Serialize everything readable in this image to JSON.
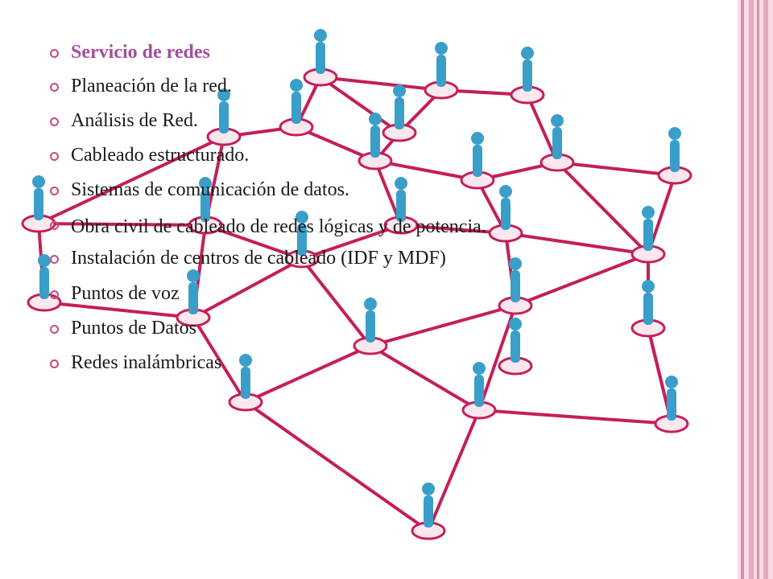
{
  "slide": {
    "bullets": [
      {
        "text": "Servicio de redes",
        "highlight": true
      },
      {
        "text": "Planeación de la red.",
        "highlight": false
      },
      {
        "text": "Análisis de Red.",
        "highlight": false
      },
      {
        "text": "Cableado estructurado.",
        "highlight": false
      },
      {
        "text": "Sistemas de comunicación de datos.",
        "highlight": false
      },
      {
        "text": "Obra civil de cableado de redes lógicas y de potencia.",
        "highlight": false
      },
      {
        "text": "Instalación de centros de cableado (IDF y MDF)",
        "highlight": false
      },
      {
        "text": "Puntos de voz",
        "highlight": false
      },
      {
        "text": "Puntos de Datos",
        "highlight": false
      },
      {
        "text": "Redes inalámbricas",
        "highlight": false
      }
    ]
  },
  "colors": {
    "accent": "#a64d9f",
    "bullet_mark": "#c94a7e",
    "network_line": "#c41e5a",
    "figure": "#3a9fc8",
    "stripe": "#e2a4b8"
  },
  "image": {
    "description_icon": "people-network-illustration"
  }
}
